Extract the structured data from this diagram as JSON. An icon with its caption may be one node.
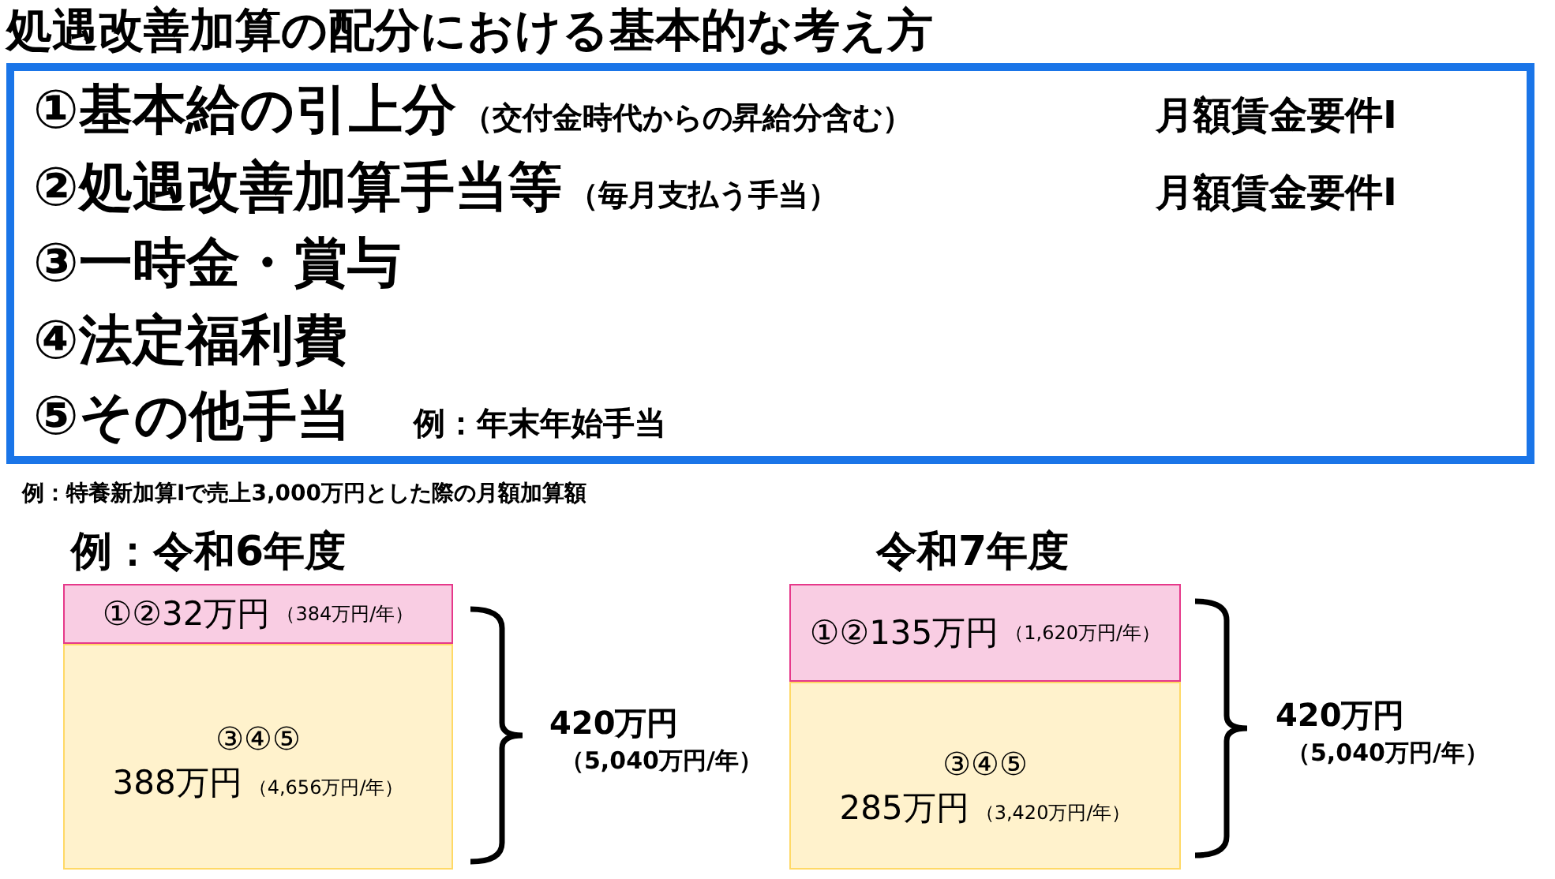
{
  "diagram": {
    "title": "処遇改善加算の配分における基本的な考え方",
    "nodes": [
      {
        "text": [
          "①基本給の引上分",
          "（交付金時代からの昇給分含む）",
          "月額賃金要件Ⅰ",
          "②処遇改善加算手当等",
          "（毎月支払う手当）",
          "月額賃金要件Ⅰ",
          "③一時金・賞与",
          "④法定福利費",
          "⑤その他手当",
          "例：年末年始手当"
        ]
      },
      {
        "text": [
          "①②32万円",
          "（384万円/年）"
        ]
      },
      {
        "text": [
          "③④⑤",
          "388万円",
          "（4,656万円/年）"
        ]
      },
      {
        "text": [
          "①②135万円",
          "（1,620万円/年）"
        ]
      },
      {
        "text": [
          "③④⑤",
          "285万円",
          "（3,420万円/年）"
        ]
      }
    ],
    "labels": [
      "例：特養新加算Ⅰで売上3,000万円とした際の月額加算額",
      "例：令和6年度",
      "令和7年度",
      "420万円",
      "（5,040万円/年）",
      "420万円",
      "（5,040万円/年）"
    ]
  }
}
